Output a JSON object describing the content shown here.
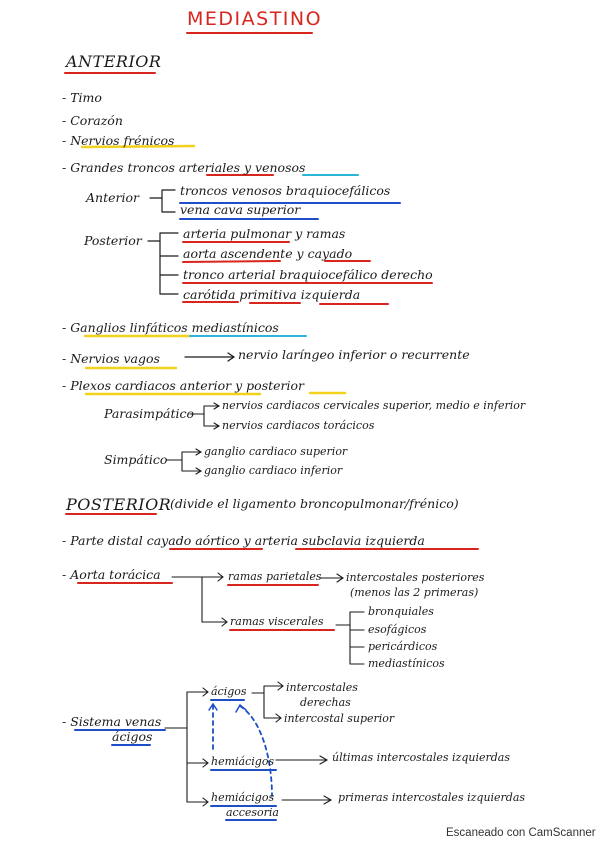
{
  "title": "MEDIASTINO",
  "anterior": {
    "heading": "ANTERIOR",
    "item_timo": "- Timo",
    "item_corazon": "- Corazón",
    "item_nervios_frenicos": "- Nervios frénicos",
    "item_grandes": "- Grandes troncos arteriales y venosos",
    "label_anterior": "Anterior",
    "ant_1": "troncos venosos braquiocefálicos",
    "ant_2": "vena cava superior",
    "label_posterior": "Posterior",
    "post_1": "arteria pulmonar y ramas",
    "post_2": "aorta ascendente y cayado",
    "post_3": "tronco arterial braquiocefálico derecho",
    "post_4": "carótida primitiva izquierda",
    "item_ganglios": "- Ganglios linfáticos mediastínicos",
    "item_vagos": "- Nervios vagos",
    "vagos_target": "nervio laríngeo inferior o recurrente",
    "item_plexos": "- Plexos cardiacos anterior y posterior",
    "label_parasimpatico": "Parasimpático",
    "para_1": "nervios cardiacos cervicales superior, medio e inferior",
    "para_2": "nervios cardiacos torácicos",
    "label_simpatico": "Simpático",
    "simp_1": "ganglio cardiaco superior",
    "simp_2": "ganglio cardiaco inferior"
  },
  "posterior": {
    "heading": "POSTERIOR",
    "heading_note": "(divide el ligamento broncopulmonar/frénico)",
    "item_distal": "- Parte distal cayado aórtico y arteria subclavia izquierda",
    "item_aorta": "- Aorta torácica",
    "ramas_parietales": "ramas parietales",
    "intercostales_post": "intercostales posteriores",
    "menos_primeras": "(menos las 2 primeras)",
    "ramas_viscerales": "ramas viscerales",
    "visc_1": "bronquiales",
    "visc_2": "esofágicos",
    "visc_3": "pericárdicos",
    "visc_4": "mediastínicos",
    "item_sistema": "- Sistema venas",
    "item_sistema_2": "ácigos",
    "acigos": "ácigos",
    "acigos_1a": "intercostales",
    "acigos_1b": "derechas",
    "acigos_2": "intercostal superior",
    "hemiacigos": "hemiácigos",
    "hemiacigos_target": "últimas intercostales izquierdas",
    "hemiacigos_acc": "hemiácigos",
    "hemiacigos_acc_2": "accesoria",
    "hemiacigos_acc_target": "primeras intercostales izquierdas"
  },
  "footer": "Escaneado con CamScanner",
  "colors": {
    "red": "#d8261e",
    "blue": "#1e4fc8",
    "yellow": "#f2d21c",
    "cyan": "#2ab6d6",
    "ink": "#1a1a1a"
  }
}
